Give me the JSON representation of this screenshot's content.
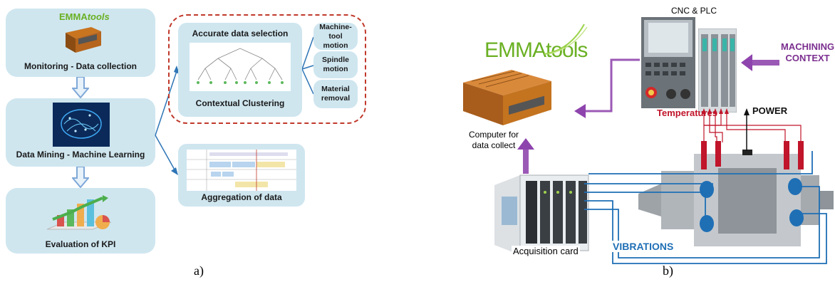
{
  "left": {
    "monitoring_label": "Monitoring - Data collection",
    "mining_label": "Data Mining - Machine Learning",
    "kpi_label": "Evaluation of KPI",
    "logo_text_a": "EMMA",
    "logo_text_b": "tools",
    "selection_title": "Accurate data selection",
    "clustering_label": "Contextual Clustering",
    "aggregation_label": "Aggregation of data",
    "outputs": [
      "Machine-tool motion",
      "Spindle motion",
      "Material removal"
    ],
    "caption": "a)"
  },
  "right": {
    "logo_text_a": "EMMA",
    "logo_text_b": "tools",
    "cnc_label": "CNC & PLC",
    "context_label_1": "MACHINING",
    "context_label_2": "CONTEXT",
    "temperatures_label": "Temperatures",
    "power_label": "POWER",
    "computer_label_1": "Computer for",
    "computer_label_2": "data collect",
    "acquisition_label": "Acquisition card",
    "vibrations_label": "VIBRATIONS",
    "caption": "b)"
  },
  "colors": {
    "panel": "#cfe6ef",
    "arrow": "#7fa8d8",
    "dashed": "#c0392b",
    "purple": "#8e44ad",
    "temperature": "#c0152a",
    "vibration": "#1f6fb5",
    "brand_green": "#6ab023"
  }
}
